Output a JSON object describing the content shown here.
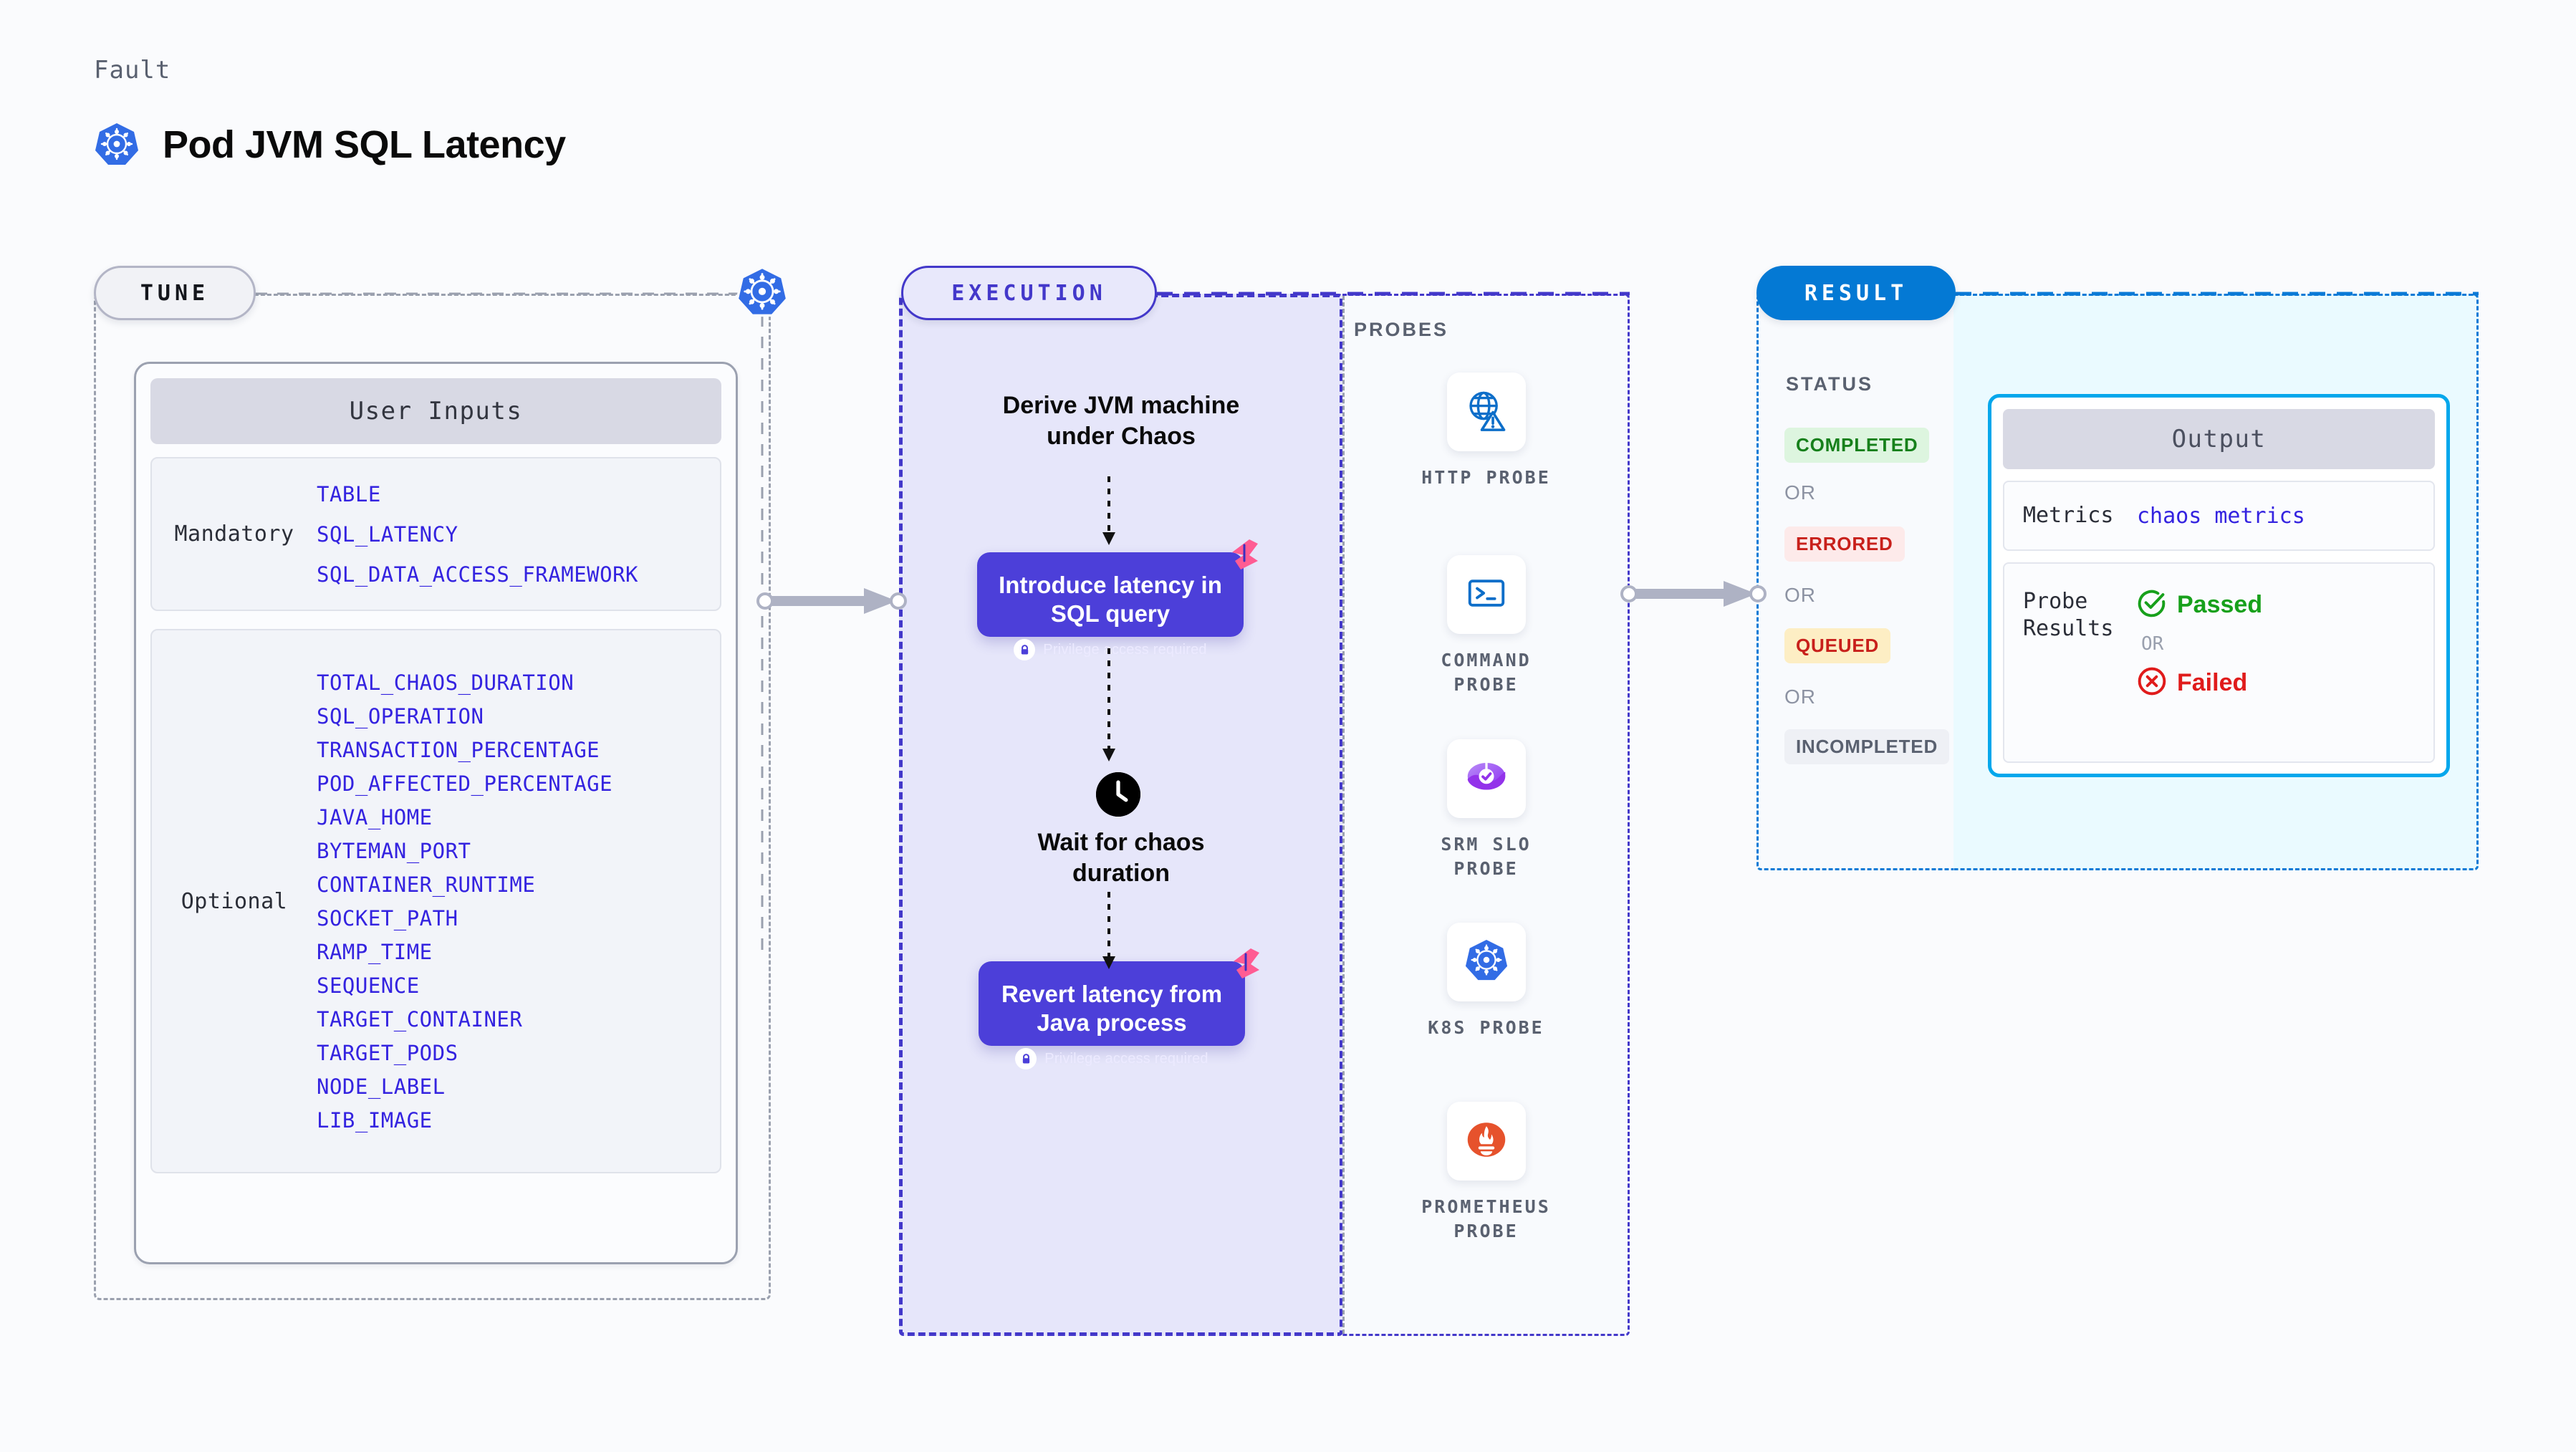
{
  "header": {
    "eyebrow": "Fault",
    "title": "Pod JVM SQL Latency",
    "logo_icon": "kubernetes-logo-icon"
  },
  "tune": {
    "badge": "TUNE",
    "corner_icon": "kubernetes-logo-icon",
    "card_title": "User Inputs",
    "groups": [
      {
        "label": "Mandatory",
        "params": [
          "TABLE",
          "SQL_LATENCY",
          "SQL_DATA_ACCESS_FRAMEWORK"
        ]
      },
      {
        "label": "Optional",
        "params": [
          "TOTAL_CHAOS_DURATION",
          "SQL_OPERATION",
          "TRANSACTION_PERCENTAGE",
          "POD_AFFECTED_PERCENTAGE",
          "JAVA_HOME",
          "BYTEMAN_PORT",
          "CONTAINER_RUNTIME",
          "SOCKET_PATH",
          "RAMP_TIME",
          "SEQUENCE",
          "TARGET_CONTAINER",
          "TARGET_PODS",
          "NODE_LABEL",
          "LIB_IMAGE"
        ]
      }
    ]
  },
  "execution": {
    "badge": "EXECUTION",
    "step_derive": "Derive JVM machine\nunder Chaos",
    "step_wait": "Wait for chaos\nduration",
    "wait_icon": "clock-icon",
    "cards": [
      {
        "title": "Introduce latency in\nSQL query",
        "privilege": "Privilege access required",
        "privilege_icon": "lock-icon",
        "flag_icon": "harness-flag-icon"
      },
      {
        "title": "Revert latency from\nJava process",
        "privilege": "Privilege access required",
        "privilege_icon": "lock-icon",
        "flag_icon": "harness-flag-icon"
      }
    ]
  },
  "probes": {
    "label": "PROBES",
    "items": [
      {
        "name": "HTTP PROBE",
        "icon": "globe-warning-icon"
      },
      {
        "name": "COMMAND\nPROBE",
        "icon": "terminal-icon"
      },
      {
        "name": "SRM SLO\nPROBE",
        "icon": "srm-slo-icon"
      },
      {
        "name": "K8S PROBE",
        "icon": "kubernetes-logo-icon"
      },
      {
        "name": "PROMETHEUS\nPROBE",
        "icon": "prometheus-icon"
      }
    ]
  },
  "result": {
    "badge": "RESULT",
    "status_label": "STATUS",
    "or_label": "OR",
    "statuses": [
      {
        "text": "COMPLETED",
        "bg": "#ddf5df",
        "fg": "#16801b"
      },
      {
        "text": "ERRORED",
        "bg": "#fdeaea",
        "fg": "#c8201b"
      },
      {
        "text": "QUEUED",
        "bg": "#fdeec4",
        "fg": "#c8201b"
      },
      {
        "text": "INCOMPLETED",
        "bg": "#eef0f5",
        "fg": "#5a6170"
      }
    ],
    "output": {
      "title": "Output",
      "metrics_label": "Metrics",
      "metrics_value": "chaos metrics",
      "probe_results_label": "Probe\nResults",
      "passed_text": "Passed",
      "passed_icon": "check-circle-icon",
      "failed_text": "Failed",
      "failed_icon": "x-circle-icon",
      "or_label": "OR"
    }
  },
  "colors": {
    "accent_purple": "#4338ca",
    "card_purple": "#4c3fd9",
    "param_blue": "#3423e0",
    "result_blue": "#0479d4",
    "output_cyan": "#02a7ec",
    "k8s_blue": "#326ce5",
    "flag_pink": "#ff5c93",
    "passed_green": "#17a01b",
    "failed_red": "#e01b1b"
  }
}
